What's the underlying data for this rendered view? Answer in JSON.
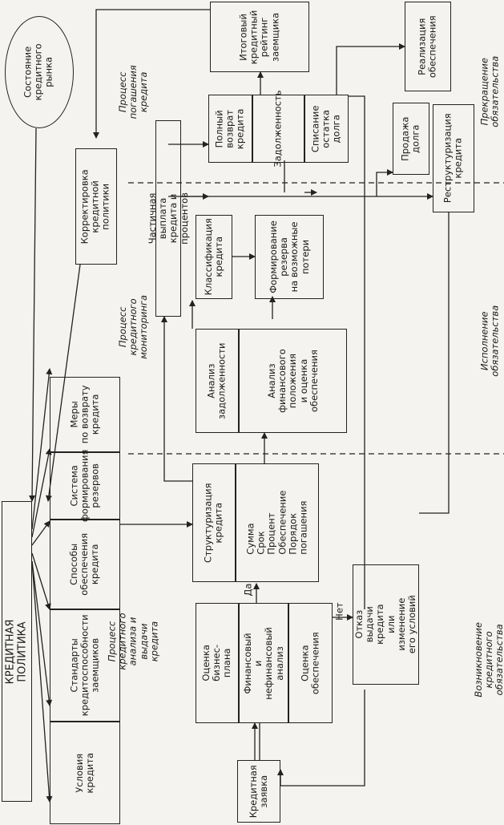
{
  "boxes": {
    "credit_policy": "КРЕДИТНАЯ ПОЛИТИКА",
    "market_state": "Состояние\nкредитного\nрынка",
    "correction": "Корректировка\nкредитной политики",
    "credit_terms": "Условия кредита",
    "creditworthiness": "Стандарты\nкредитоспособности\nзаемщиков",
    "security_methods": "Способы\nобеспечения\nкредита",
    "reserve_system": "Система\nформирования\nрезервов",
    "repayment_measures": "Меры\nпо возврату\nкредита",
    "application": "Кредитная\nзаявка",
    "business_plan": "Оценка\nбизнес-плана",
    "financial_analysis": "Финансовый\nи нефинансовый\nанализ",
    "security_assessment": "Оценка\nобеспечения",
    "structuring": "Структуризация\nкредита",
    "structuring_details": "Сумма\nСрок\nПроцент\nОбеспечение\nПорядок\nпогашения",
    "refusal": "Отказ\nвыдачи кредита\nили изменение\nего условий",
    "debt_analysis": "Анализ\nзадолженности",
    "fin_position_analysis": "Анализ\nфинансового\nположения\nи оценка\nобеспечения",
    "classification": "Классификация\nкредита",
    "reserve_formation": "Формирование\nрезерва\nна возможные\nпотери",
    "partial_payment": "Частичная выплата кредита и процентов",
    "full_repayment": "Полный\nвозврат\nкредита",
    "arrears": "Задолженность",
    "write_off": "Списание\nостатка долга",
    "final_rating": "Итоговый\nкредитный\nрейтинг\nзаемщика",
    "collateral_sale": "Реализация\nобеспечения",
    "debt_sale": "Продажа\nдолга",
    "restructuring": "Реструктуризация\nкредита"
  },
  "decisions": {
    "yes": "Да",
    "no": "Нет"
  },
  "processes": {
    "analysis_issuance": "Процесс кредитного анализа и выдачи кредита",
    "monitoring": "Процесс кредитного мониторинга",
    "repayment": "Процесс погашения кредита"
  },
  "phases": {
    "origination": "Возникновение кредитного обязательства",
    "performance": "Исполнение обязательства",
    "termination": "Прекращение обязательства"
  }
}
